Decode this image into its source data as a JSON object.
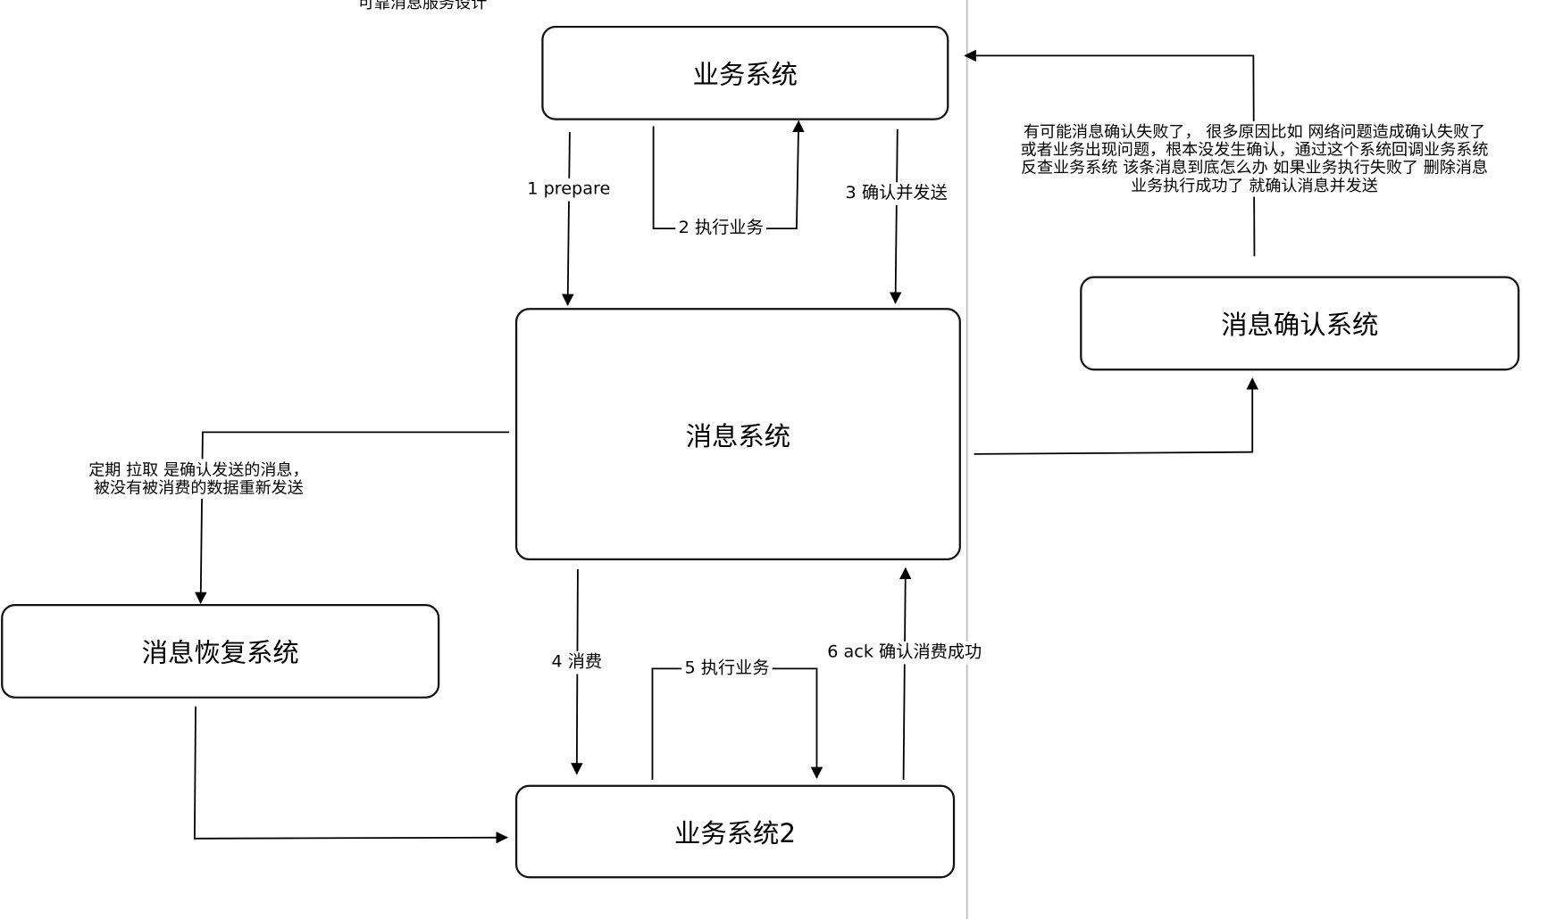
{
  "title": "可靠消息服务设计",
  "nodes": {
    "business_system": "业务系统",
    "message_system": "消息系统",
    "message_confirm_system": "消息确认系统",
    "message_recovery_system": "消息恢复系统",
    "business_system_2": "业务系统2"
  },
  "edges": {
    "e1": "1 prepare",
    "e2": "2 执行业务",
    "e3": "3 确认并发送",
    "e4": "4 消费",
    "e5": "5 执行业务",
    "e6": "6 ack 确认消费成功",
    "recovery": [
      "定期 拉取 是确认发送的消息，",
      "被没有被消费的数据重新发送"
    ],
    "confirm_back": [
      "有可能消息确认失败了， 很多原因比如 网络问题造成确认失败了",
      "或者业务出现问题，根本没发生确认，通过这个系统回调业务系统",
      "反查业务系统 该条消息到底怎么办 如果业务执行失败了 删除消息",
      "业务执行成功了 就确认消息并发送"
    ]
  }
}
